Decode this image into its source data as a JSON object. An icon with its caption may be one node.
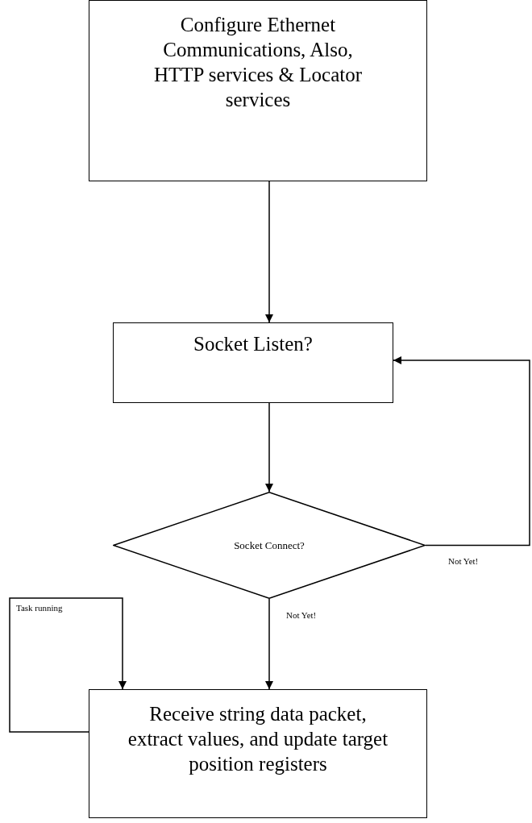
{
  "diagram": {
    "nodes": [
      {
        "text": [
          "Configure Ethernet Communications, Also, HTTP services & Locator services"
        ]
      },
      {
        "text": [
          "Socket Listen?"
        ]
      },
      {
        "text": [
          "Socket Connect?"
        ]
      },
      {
        "text": [
          "Receive string data packet, extract values, and update target position registers"
        ]
      }
    ],
    "edges": [
      {
        "from": 0,
        "to": 1,
        "arrow": "to"
      },
      {
        "from": 1,
        "to": 2,
        "arrow": "to"
      },
      {
        "from": 2,
        "to": 1,
        "arrow": "to",
        "label": "Not Yet!"
      },
      {
        "from": 2,
        "to": 3,
        "arrow": "to",
        "label": "Not Yet!"
      },
      {
        "from": 3,
        "to": 3,
        "arrow": "to",
        "label": "Task running"
      }
    ]
  }
}
